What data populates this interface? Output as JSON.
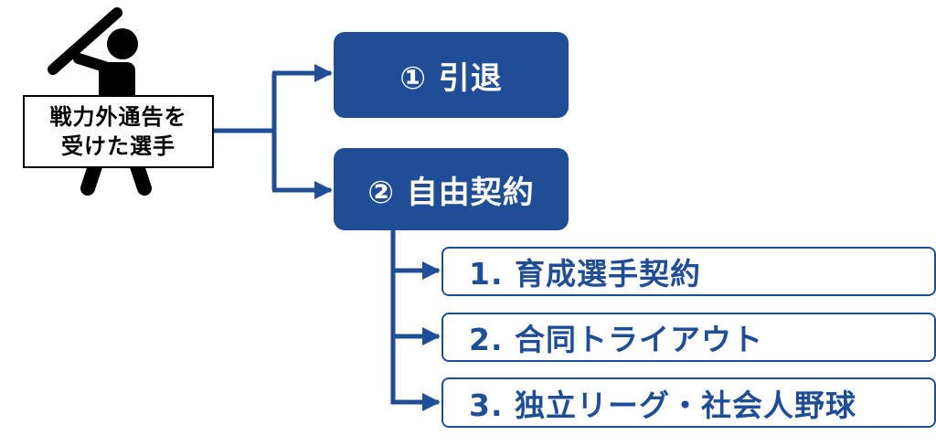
{
  "player_label": {
    "line1": "戦力外通告を",
    "line2": "受けた選手"
  },
  "options": [
    {
      "label": "① 引退"
    },
    {
      "label": "② 自由契約"
    }
  ],
  "sub_options": [
    {
      "label": "1. 育成選手契約"
    },
    {
      "label": "2. 合同トライアウト"
    },
    {
      "label": "3. 独立リーグ・社会人野球"
    }
  ],
  "colors": {
    "accent": "#1f4e96",
    "figure": "#000000",
    "background": "#ffffff"
  },
  "icons": {
    "player": "baseball-batter-icon"
  }
}
